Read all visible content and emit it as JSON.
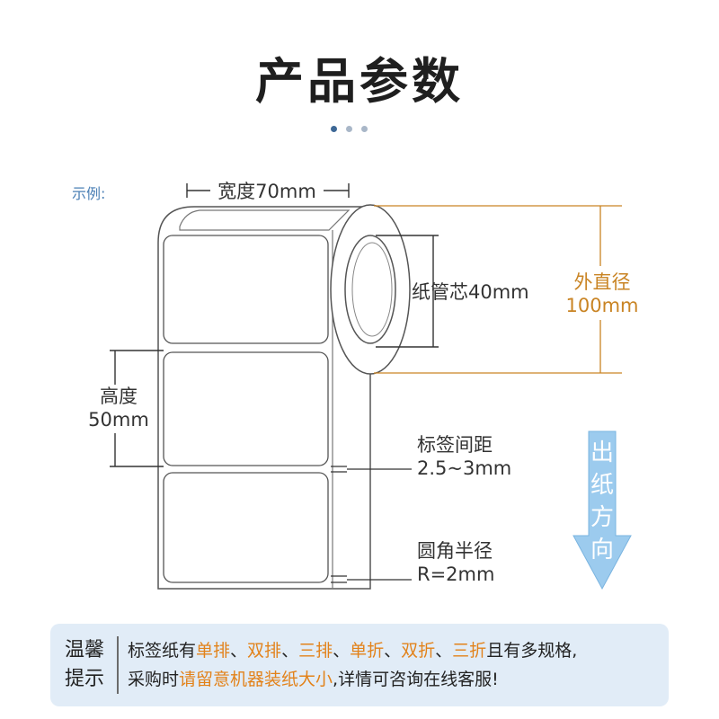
{
  "title": "产品参数",
  "example_label": "示例:",
  "labels": {
    "width": "宽度70mm",
    "core": "纸管芯40mm",
    "outer_diameter_line1": "外直径",
    "outer_diameter_line2": "100mm",
    "height_line1": "高度",
    "height_line2": "50mm",
    "gap_line1": "标签间距",
    "gap_line2": "2.5~3mm",
    "radius_line1": "圆角半径",
    "radius_line2": "R=2mm"
  },
  "direction": [
    "出",
    "纸",
    "方",
    "向"
  ],
  "tips": {
    "head_line1": "温馨",
    "head_line2": "提示",
    "line1": [
      {
        "text": "标签纸有",
        "highlight": false
      },
      {
        "text": "单排",
        "highlight": true
      },
      {
        "text": "、",
        "highlight": false
      },
      {
        "text": "双排",
        "highlight": true
      },
      {
        "text": "、",
        "highlight": false
      },
      {
        "text": "三排",
        "highlight": true
      },
      {
        "text": "、",
        "highlight": false
      },
      {
        "text": "单折",
        "highlight": true
      },
      {
        "text": "、",
        "highlight": false
      },
      {
        "text": "双折",
        "highlight": true
      },
      {
        "text": "、",
        "highlight": false
      },
      {
        "text": "三折",
        "highlight": true
      },
      {
        "text": "且有多规格,",
        "highlight": false
      }
    ],
    "line2": [
      {
        "text": "采购时",
        "highlight": false
      },
      {
        "text": "请留意机器装纸大小",
        "highlight": true
      },
      {
        "text": ",详情可咨询在线客服!",
        "highlight": false
      }
    ]
  },
  "colors": {
    "accent_orange": "#e2821a",
    "outer_diameter": "#c98424",
    "arrow_fill": "#9ccbee",
    "tips_bg": "#e1ecf7"
  }
}
